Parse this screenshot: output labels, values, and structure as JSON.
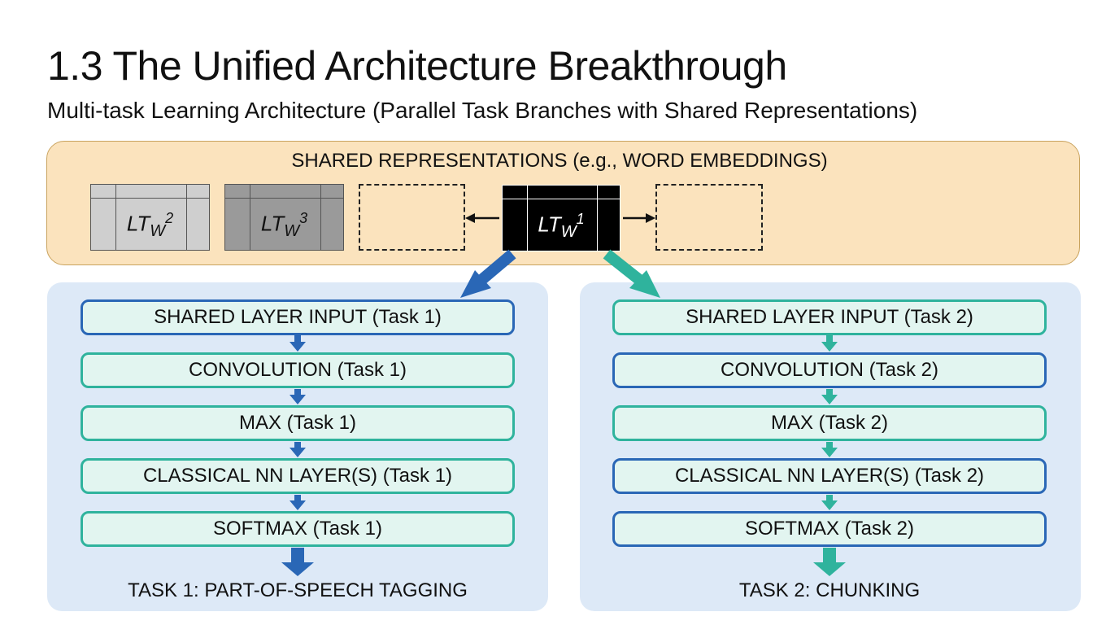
{
  "title": "1.3 The Unified Architecture Breakthrough",
  "subtitle": "Multi-task Learning Architecture (Parallel Task Branches with Shared Representations)",
  "shared": {
    "title": "SHARED REPRESENTATIONS (e.g., WORD EMBEDDINGS)",
    "tables": [
      {
        "base": "LT",
        "sub": "W",
        "sup": "2",
        "fill": "#cfcfcf"
      },
      {
        "base": "LT",
        "sub": "W",
        "sup": "3",
        "fill": "#9a9a9a"
      },
      {
        "base": "LT",
        "sub": "W",
        "sup": "1",
        "fill": "#000000"
      }
    ]
  },
  "colors": {
    "blue": "#2a67b6",
    "teal": "#2fb39d",
    "shared_panel": "#fbe3bd",
    "branch_panel": "#dde9f7",
    "layer_fill": "#e2f5f0"
  },
  "task1": {
    "layers": [
      {
        "label": "SHARED LAYER INPUT (Task 1)",
        "border": "blue"
      },
      {
        "label": "CONVOLUTION (Task 1)",
        "border": "teal"
      },
      {
        "label": "MAX (Task 1)",
        "border": "teal"
      },
      {
        "label": "CLASSICAL NN LAYER(S) (Task 1)",
        "border": "teal"
      },
      {
        "label": "SOFTMAX (Task 1)",
        "border": "teal"
      }
    ],
    "output": "TASK 1: PART-OF-SPEECH TAGGING"
  },
  "task2": {
    "layers": [
      {
        "label": "SHARED LAYER INPUT (Task 2)",
        "border": "teal"
      },
      {
        "label": "CONVOLUTION (Task 2)",
        "border": "blue"
      },
      {
        "label": "MAX (Task 2)",
        "border": "teal"
      },
      {
        "label": "CLASSICAL NN LAYER(S) (Task 2)",
        "border": "blue"
      },
      {
        "label": "SOFTMAX (Task 2)",
        "border": "blue"
      }
    ],
    "output": "TASK 2: CHUNKING"
  }
}
